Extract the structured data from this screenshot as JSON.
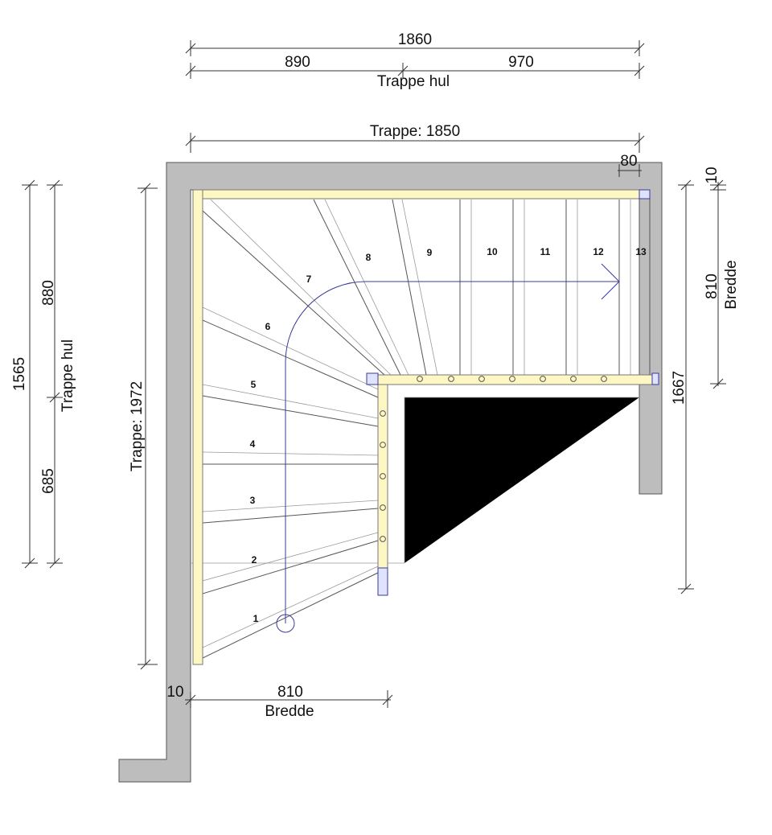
{
  "dimensions": {
    "top_total": "1860",
    "top_left": "890",
    "top_right": "970",
    "top_caption": "Trappe hul",
    "stair_length": "Trappe: 1850",
    "right_offset": "80",
    "right_gap": "10",
    "right_width": "810",
    "right_width_caption": "Bredde",
    "right_total": "1667",
    "left_total": "1565",
    "left_upper": "880",
    "left_lower": "685",
    "left_caption": "Trappe hul",
    "stair_height": "Trappe: 1972",
    "bottom_gap": "10",
    "bottom_width": "810",
    "bottom_width_caption": "Bredde"
  },
  "steps": [
    "1",
    "2",
    "3",
    "4",
    "5",
    "6",
    "7",
    "8",
    "9",
    "10",
    "11",
    "12",
    "13"
  ],
  "colors": {
    "wall": "#bdbdbd",
    "stringer": "#fdf7c4",
    "walkline": "#3b3b9a"
  }
}
